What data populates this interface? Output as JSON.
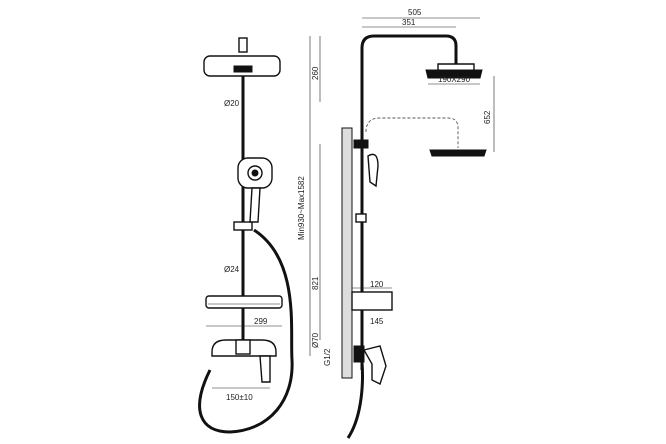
{
  "front_view": {
    "dim_pipe_upper": "Ø20",
    "dim_pipe_lower": "Ø24",
    "dim_shelf_width": "299",
    "dim_mixer_spacing": "150±10"
  },
  "side_view": {
    "dim_total_reach": "505",
    "dim_arm_reach": "351",
    "dim_head_drop": "260",
    "dim_head_size": "190X290",
    "dim_arm_variant": "652",
    "dim_height_range": "Min930~Max1582",
    "dim_mixer_to_bracket": "821",
    "dim_shelf_depth": "120",
    "dim_shelf_offset": "145",
    "dim_pipe_dia": "Ø70",
    "dim_thread": "G1/2"
  }
}
